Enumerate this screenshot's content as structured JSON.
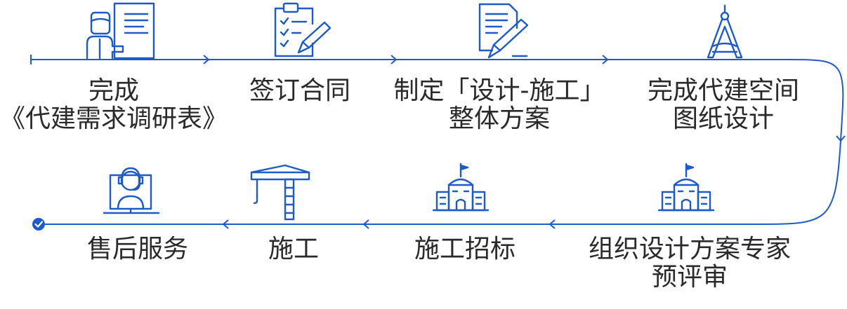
{
  "colors": {
    "accent": "#1E5BC6",
    "text": "#2a2a2a",
    "background": "#ffffff"
  },
  "steps": [
    {
      "lines": [
        "完成",
        "《代建需求调研表》"
      ],
      "icon": "presenter-board-icon"
    },
    {
      "lines": [
        "签订合同"
      ],
      "icon": "clipboard-pen-icon"
    },
    {
      "lines": [
        "制定「设计-施工」",
        "整体方案"
      ],
      "icon": "document-pen-icon"
    },
    {
      "lines": [
        "完成代建空间",
        "图纸设计"
      ],
      "icon": "drafting-compass-icon"
    },
    {
      "lines": [
        "组织设计方案专家",
        "预评审"
      ],
      "icon": "building-flag-icon"
    },
    {
      "lines": [
        "施工招标"
      ],
      "icon": "building-flag-icon"
    },
    {
      "lines": [
        "施工"
      ],
      "icon": "tower-crane-icon"
    },
    {
      "lines": [
        "售后服务"
      ],
      "icon": "support-agent-icon"
    }
  ]
}
